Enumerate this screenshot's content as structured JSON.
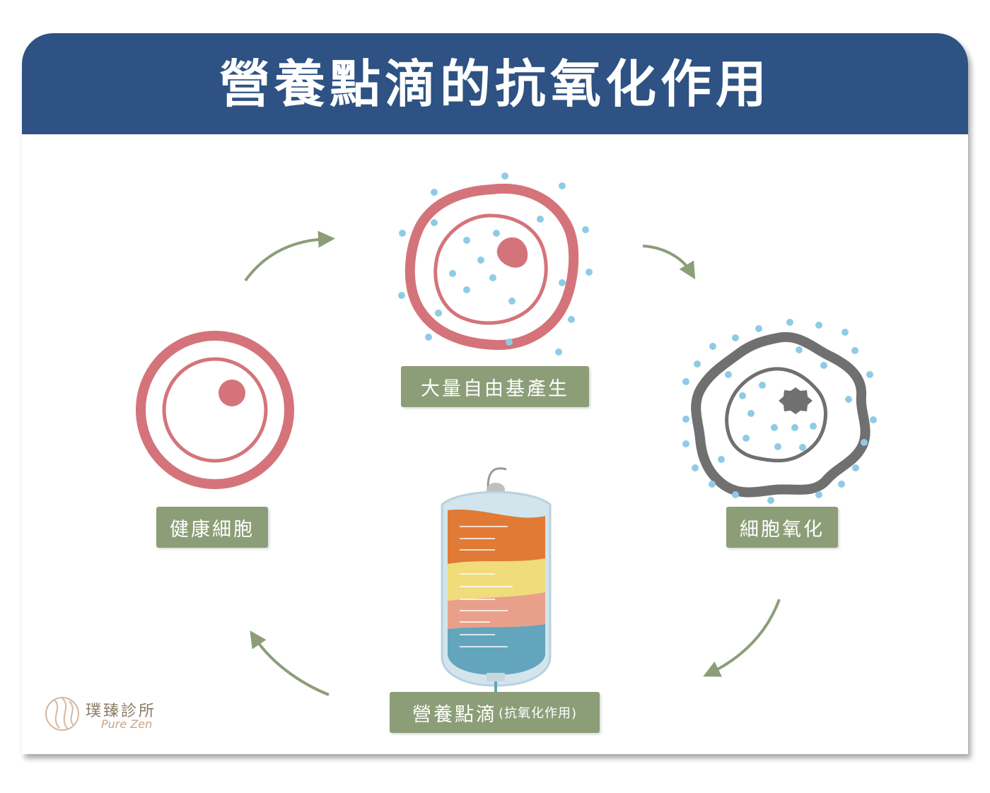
{
  "title": "營養點滴的抗氧化作用",
  "labels": {
    "free_radicals": "大量自由基產生",
    "healthy_cell": "健康細胞",
    "cell_oxidation": "細胞氧化",
    "iv_nutrition_main": "營養點滴",
    "iv_nutrition_sub": "(抗氧化作用)"
  },
  "logo": {
    "name_cn": "璞臻診所",
    "name_en": "Pure Zen"
  },
  "colors": {
    "header": "#2d5283",
    "label_bg": "#8c9e78",
    "arrow": "#8c9e78",
    "cell_ring": "#d4747a",
    "oxidized_ring": "#707070",
    "free_radical_dot": "#8fcbe6",
    "iv_orange": "#e07a35",
    "iv_yellow": "#f0dc7a",
    "iv_salmon": "#e9a08a",
    "iv_blue": "#62a5bc"
  }
}
